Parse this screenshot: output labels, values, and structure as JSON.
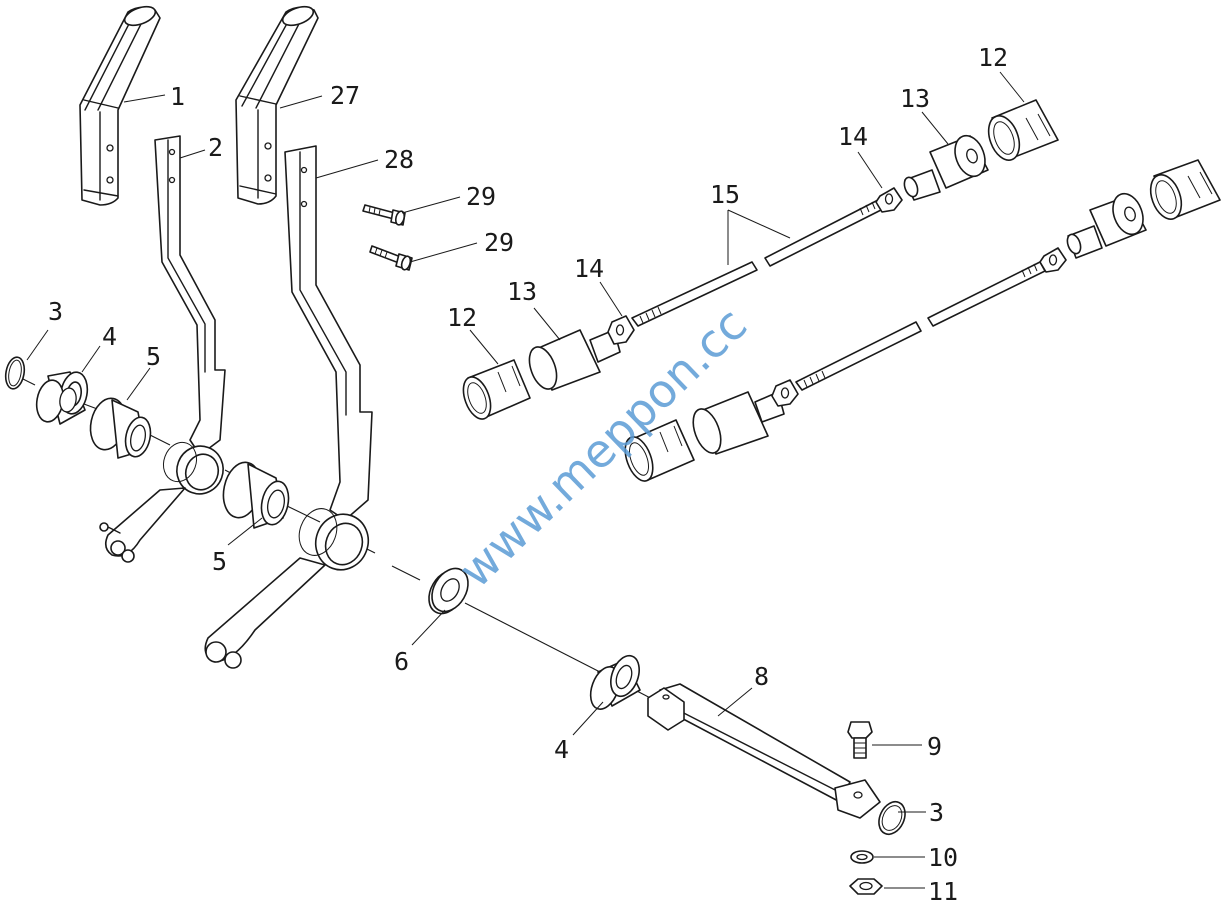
{
  "watermark": "www.meppon.cc",
  "callouts": {
    "c1": "1",
    "c2": "2",
    "c27": "27",
    "c28": "28",
    "c29a": "29",
    "c29b": "29",
    "c3a": "3",
    "c4a": "4",
    "c5a": "5",
    "c5b": "5",
    "c6": "6",
    "c4b": "4",
    "c8": "8",
    "c9": "9",
    "c3b": "3",
    "c10": "10",
    "c11": "11",
    "c12a": "12",
    "c13a": "13",
    "c14a": "14",
    "c15": "15",
    "c14b": "14",
    "c13b": "13",
    "c12b": "12"
  }
}
